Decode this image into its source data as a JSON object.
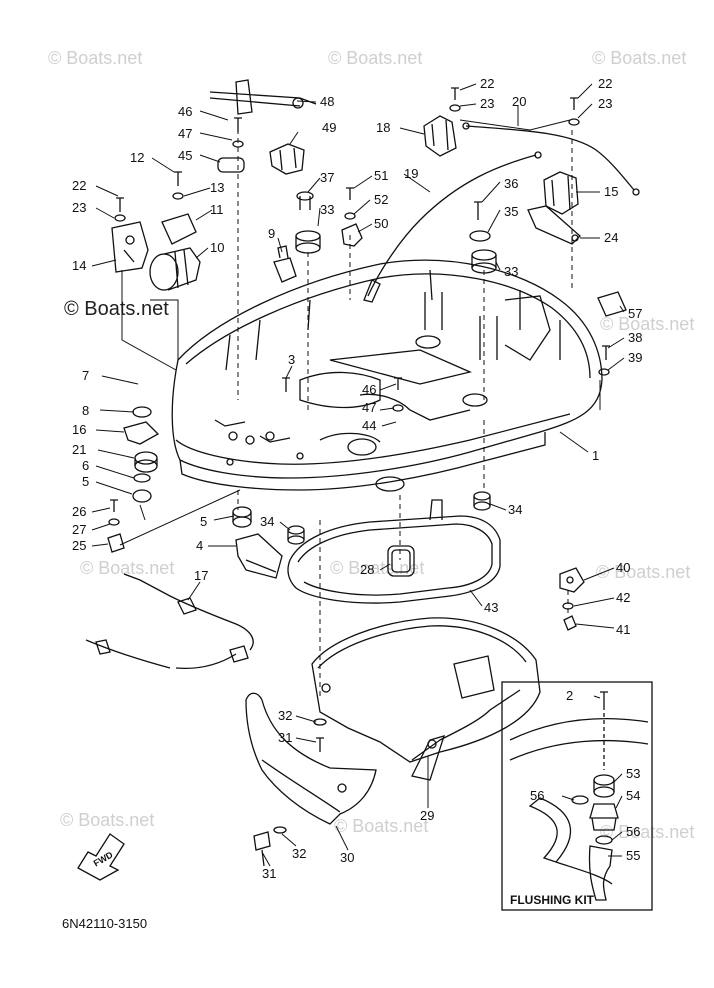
{
  "diagram_code": "6N42110-3150",
  "inset_title": "FLUSHING KIT",
  "fwd_label": "FWD",
  "watermark": "© Boats.net",
  "callouts": [
    {
      "label": "1"
    },
    {
      "label": "2"
    },
    {
      "label": "3"
    },
    {
      "label": "4"
    },
    {
      "label": "5"
    },
    {
      "label": "5"
    },
    {
      "label": "6"
    },
    {
      "label": "7"
    },
    {
      "label": "8"
    },
    {
      "label": "9"
    },
    {
      "label": "10"
    },
    {
      "label": "11"
    },
    {
      "label": "12"
    },
    {
      "label": "13"
    },
    {
      "label": "14"
    },
    {
      "label": "15"
    },
    {
      "label": "16"
    },
    {
      "label": "17"
    },
    {
      "label": "18"
    },
    {
      "label": "19"
    },
    {
      "label": "20"
    },
    {
      "label": "21"
    },
    {
      "label": "22"
    },
    {
      "label": "22"
    },
    {
      "label": "22"
    },
    {
      "label": "23"
    },
    {
      "label": "23"
    },
    {
      "label": "23"
    },
    {
      "label": "24"
    },
    {
      "label": "25"
    },
    {
      "label": "26"
    },
    {
      "label": "27"
    },
    {
      "label": "28"
    },
    {
      "label": "29"
    },
    {
      "label": "30"
    },
    {
      "label": "31"
    },
    {
      "label": "31"
    },
    {
      "label": "32"
    },
    {
      "label": "32"
    },
    {
      "label": "33"
    },
    {
      "label": "33"
    },
    {
      "label": "34"
    },
    {
      "label": "34"
    },
    {
      "label": "35"
    },
    {
      "label": "36"
    },
    {
      "label": "37"
    },
    {
      "label": "38"
    },
    {
      "label": "39"
    },
    {
      "label": "40"
    },
    {
      "label": "41"
    },
    {
      "label": "42"
    },
    {
      "label": "43"
    },
    {
      "label": "44"
    },
    {
      "label": "45"
    },
    {
      "label": "46"
    },
    {
      "label": "46"
    },
    {
      "label": "47"
    },
    {
      "label": "47"
    },
    {
      "label": "48"
    },
    {
      "label": "49"
    },
    {
      "label": "50"
    },
    {
      "label": "51"
    },
    {
      "label": "52"
    },
    {
      "label": "53"
    },
    {
      "label": "54"
    },
    {
      "label": "55"
    },
    {
      "label": "56"
    },
    {
      "label": "56"
    },
    {
      "label": "57"
    }
  ]
}
